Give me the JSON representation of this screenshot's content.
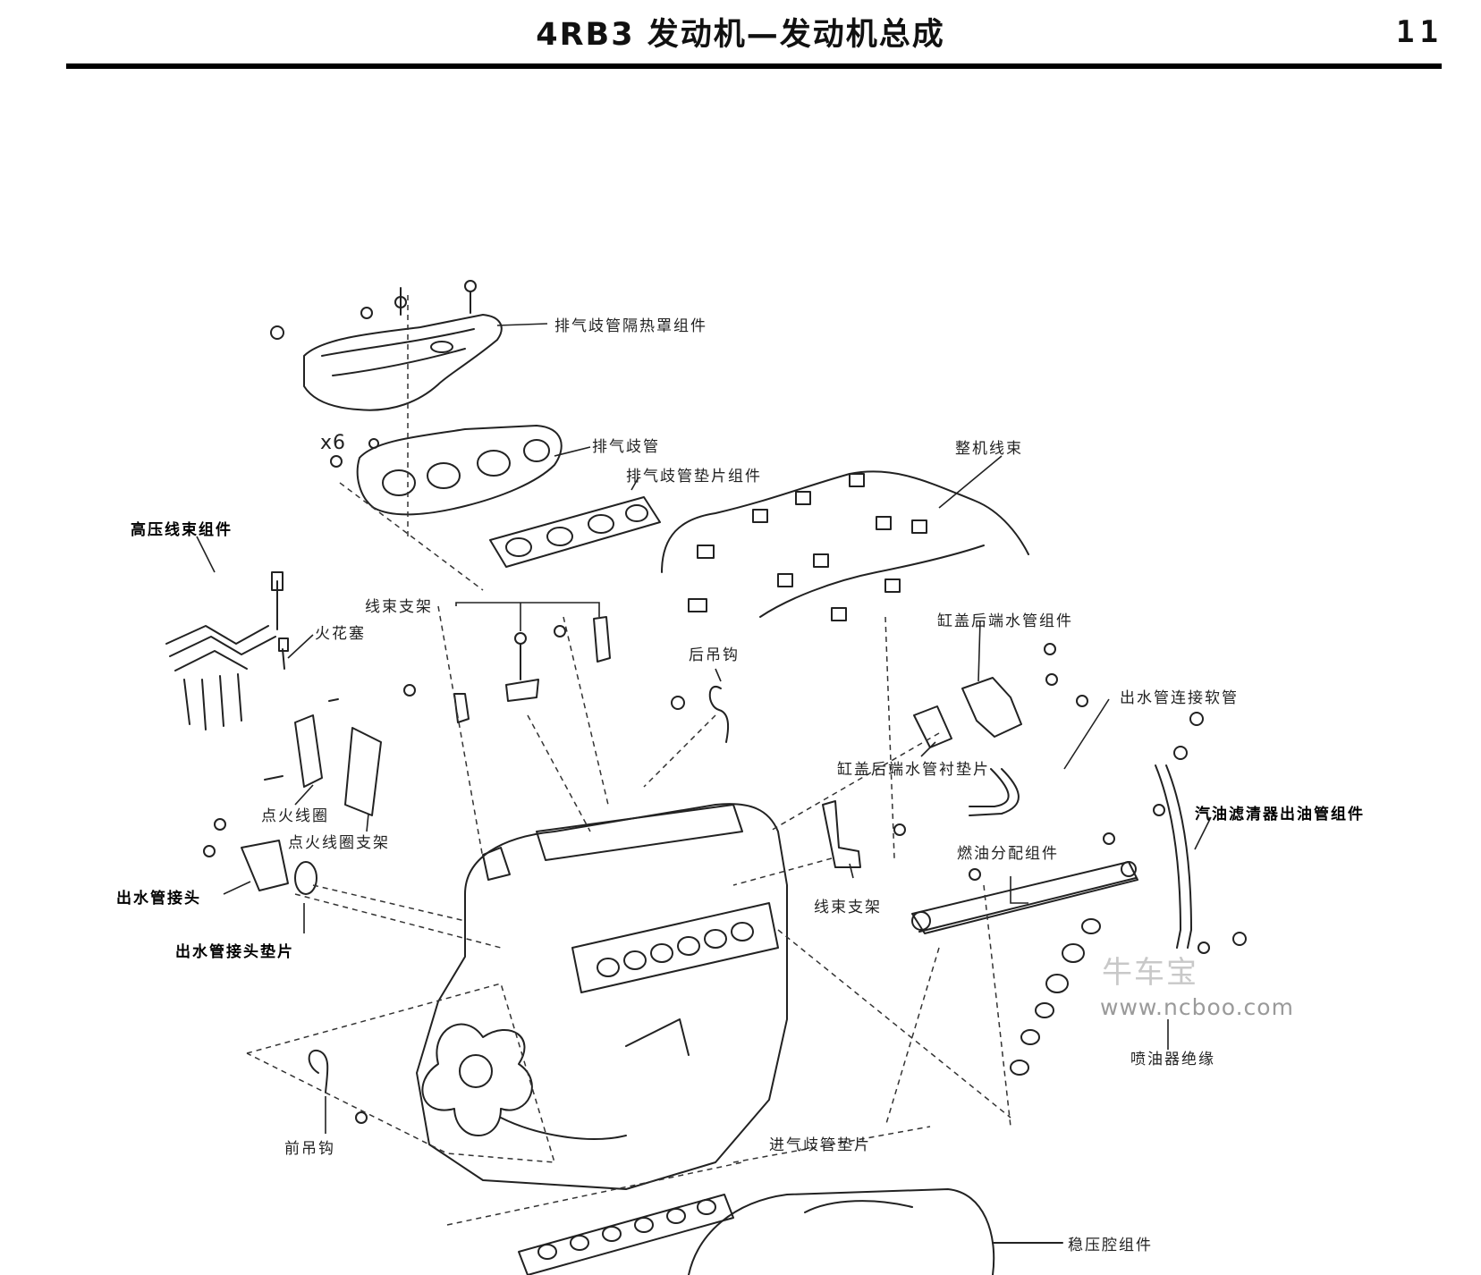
{
  "header": {
    "title": "4RB3 发动机—发动机总成",
    "page_number": "11"
  },
  "labels": {
    "exhaust_heat_shield": "排气歧管隔热罩组件",
    "exhaust_manifold": "排气歧管",
    "exhaust_gasket": "排气歧管垫片组件",
    "x6": "x6",
    "engine_harness": "整机线束",
    "hv_cable": "高压线束组件",
    "spark_plug": "火花塞",
    "harness_bracket_1": "线束支架",
    "rear_hook": "后吊钩",
    "head_water_pipe": "缸盖后端水管组件",
    "water_bypass_hose": "出水管连接软管",
    "rear_water_gasket": "缸盖后端水管衬垫片",
    "ignition_coil": "点火线圈",
    "coil_bracket": "点火线圈支架",
    "water_outlet": "出水管接头",
    "water_outlet_gasket": "出水管接头垫片",
    "harness_bracket_2": "线束支架",
    "fuel_rail": "燃油分配组件",
    "fuel_hose": "汽油滤清器出油管组件",
    "injector_insulator": "喷油器绝缘",
    "front_hook": "前吊钩",
    "intake_manifold_gasket": "进气歧管垫片",
    "surge_tank": "稳压腔组件"
  },
  "watermark": {
    "brand": "牛车宝",
    "url": "www.ncboo.com"
  }
}
